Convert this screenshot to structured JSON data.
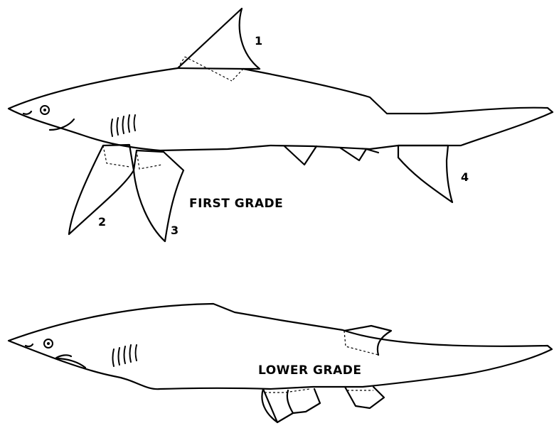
{
  "first_grade": {
    "caption": "FIRST GRADE",
    "fin_labels": [
      "1",
      "2",
      "3",
      "4"
    ]
  },
  "lower_grade": {
    "caption": "LOWER GRADE"
  }
}
